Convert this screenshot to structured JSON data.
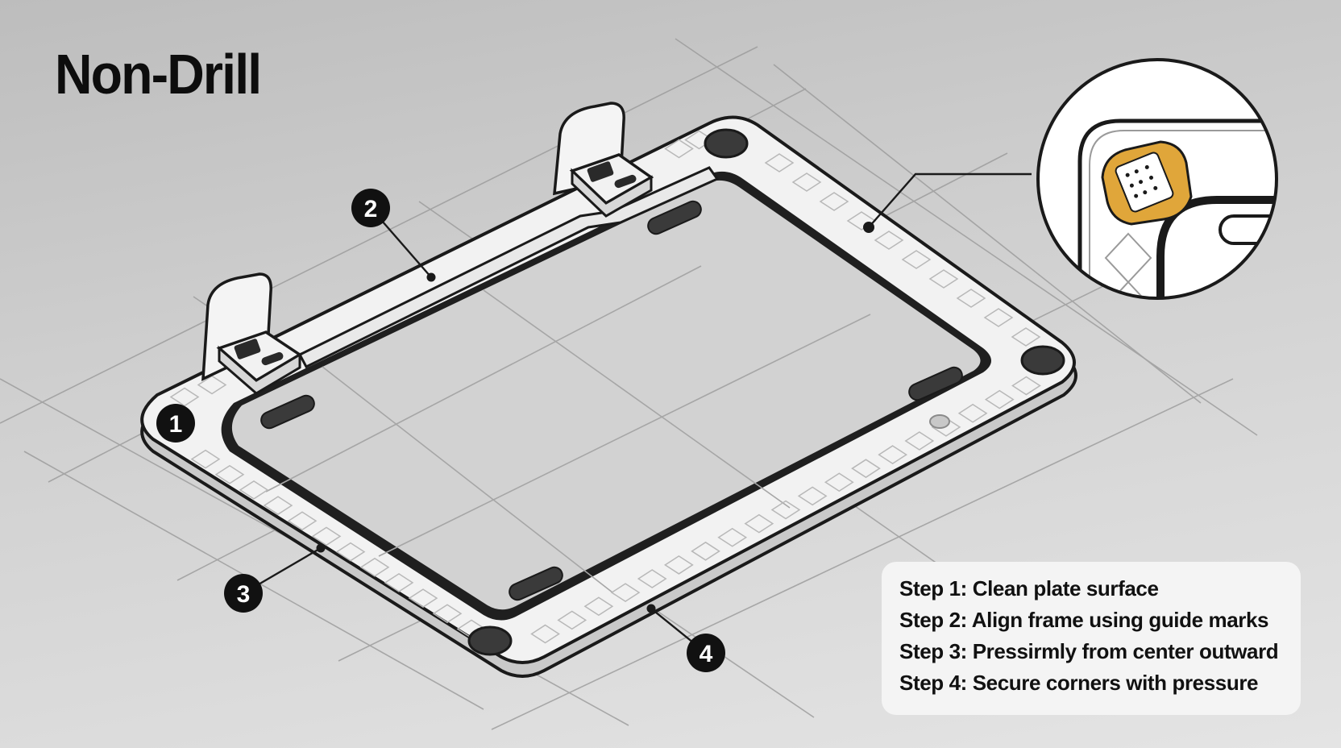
{
  "title": "Non-Drill",
  "callouts": [
    {
      "label": "1"
    },
    {
      "label": "2"
    },
    {
      "label": "3"
    },
    {
      "label": "4"
    }
  ],
  "steps": [
    "Step 1: Clean plate surface",
    "Step 2: Align frame using guide marks",
    "Step 3: Pressirmly from center outward",
    "Step 4: Secure corners with pressure"
  ],
  "colors": {
    "frame": "#f2f2f2",
    "outline": "#1a1a1a",
    "adhesive_pad": "#e0a63a",
    "background_top": "#bdbdbd",
    "background_bottom": "#e4e4e4"
  },
  "icons": [
    "mounting-clip-icon",
    "adhesive-pad-icon",
    "screw-cap-icon",
    "guide-diamond-icon"
  ]
}
